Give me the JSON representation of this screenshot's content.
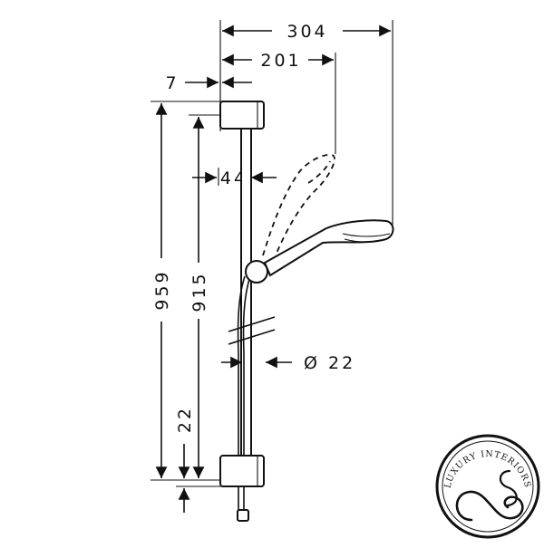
{
  "diagram": {
    "dimensions": {
      "total_width": "304",
      "handshower_reach": "201",
      "bracket_offset": "7",
      "rail_width": "44",
      "total_height": "959",
      "rail_height": "915",
      "hose_diameter": "Ø 22",
      "bottom_offset": "22"
    }
  },
  "logo": {
    "text": "LUXURY INTERIORS"
  }
}
